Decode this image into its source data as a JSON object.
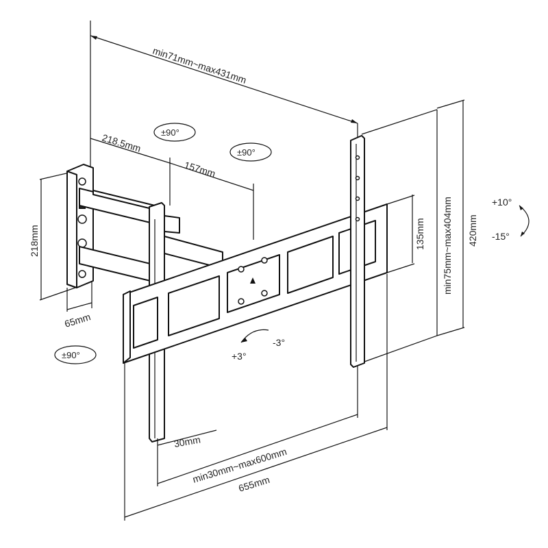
{
  "labels": {
    "arm_extension": "min71mm~max431mm",
    "arm_seg1": "218.5mm",
    "arm_seg2": "157mm",
    "wall_plate_height": "218mm",
    "wall_plate_width": "65mm",
    "plate_height_inner": "135mm",
    "rail_span": "min75mm~max404mm",
    "rail_height": "420mm",
    "rail_spacing": "min30mm~max600mm",
    "total_width": "655mm",
    "rail_depth": "30mm",
    "swivel_top_1": "±90°",
    "swivel_top_2": "±90°",
    "swivel_bottom": "±90°",
    "tilt_up": "+10°",
    "tilt_down": "-15°",
    "rotate_pos": "+3°",
    "rotate_neg": "-3°"
  }
}
